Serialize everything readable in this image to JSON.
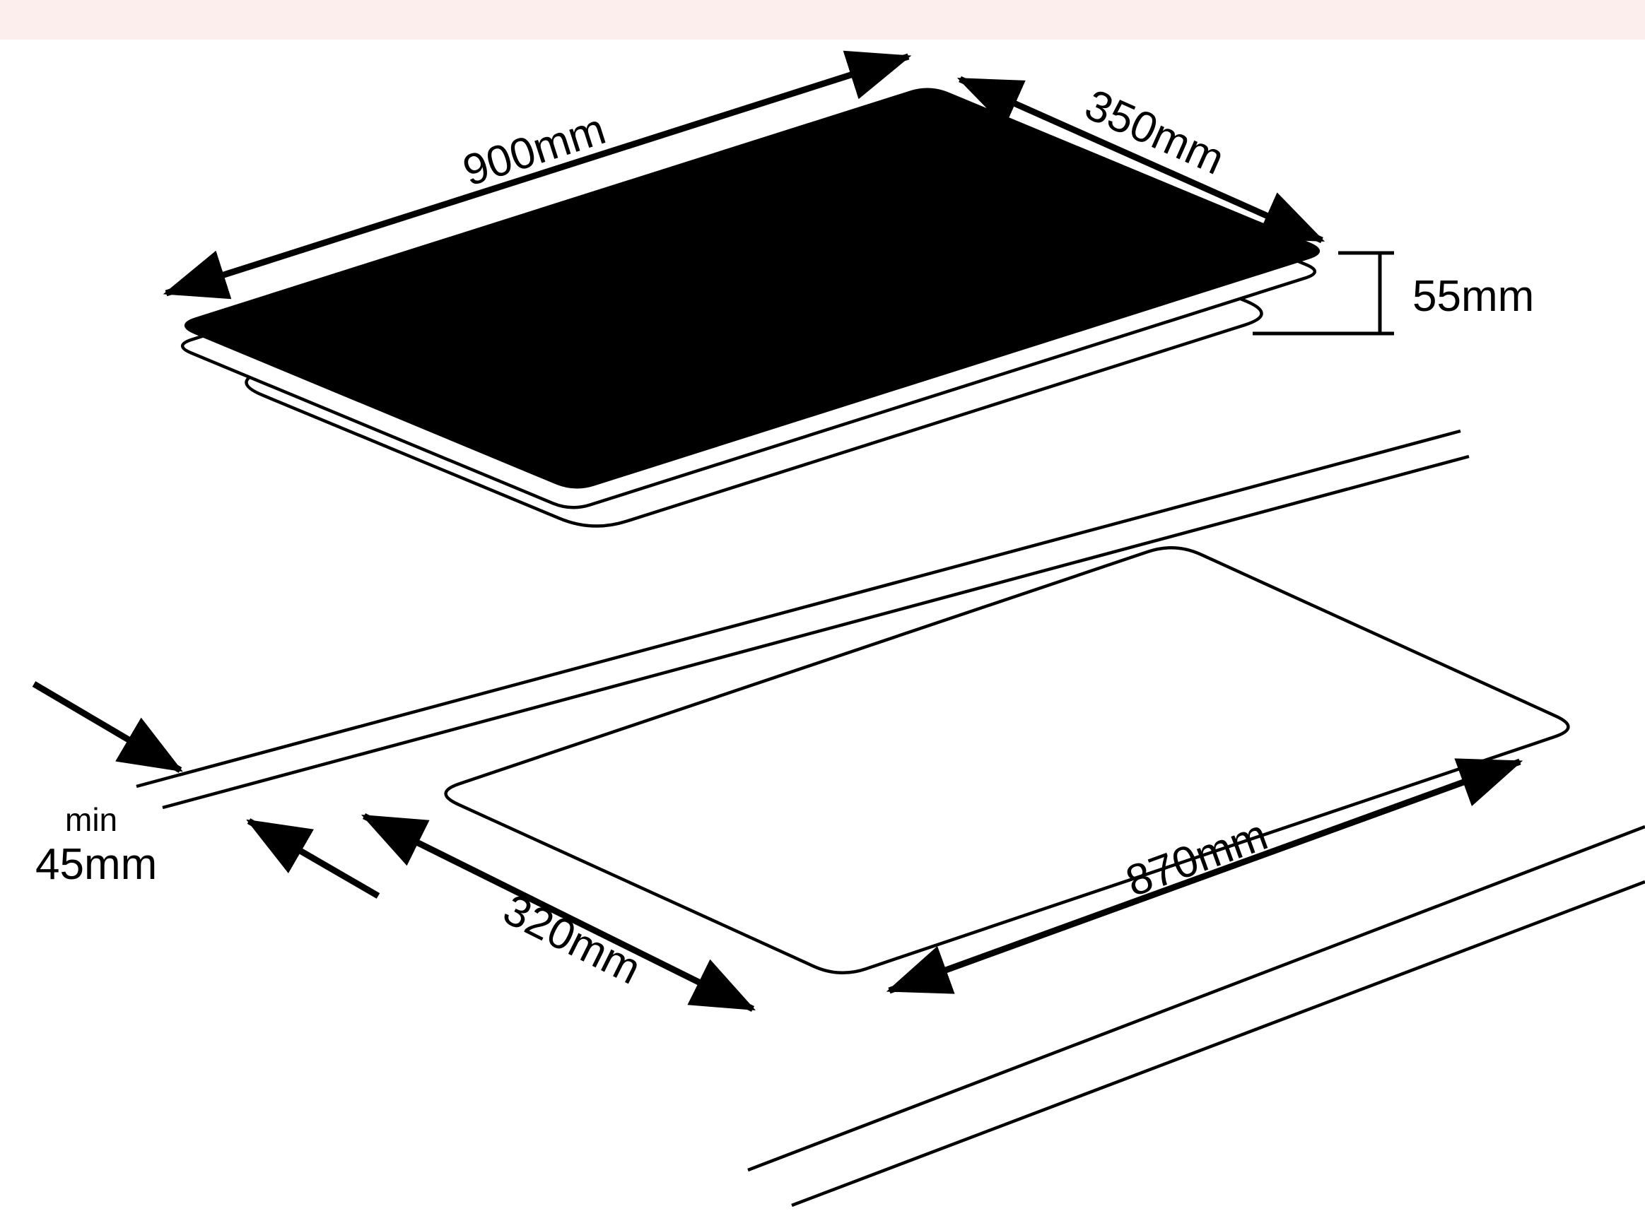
{
  "diagram": {
    "colors": {
      "background": "#ffffff",
      "line": "#000000",
      "glass_top": "#000000",
      "top_strip": "#fbeeec"
    },
    "cooktop": {
      "width_label": "900mm",
      "depth_label": "350mm",
      "height_label": "55mm"
    },
    "cutout": {
      "depth_label": "320mm",
      "width_label": "870mm",
      "clearance_prefix": "min",
      "clearance_label": "45mm"
    }
  }
}
